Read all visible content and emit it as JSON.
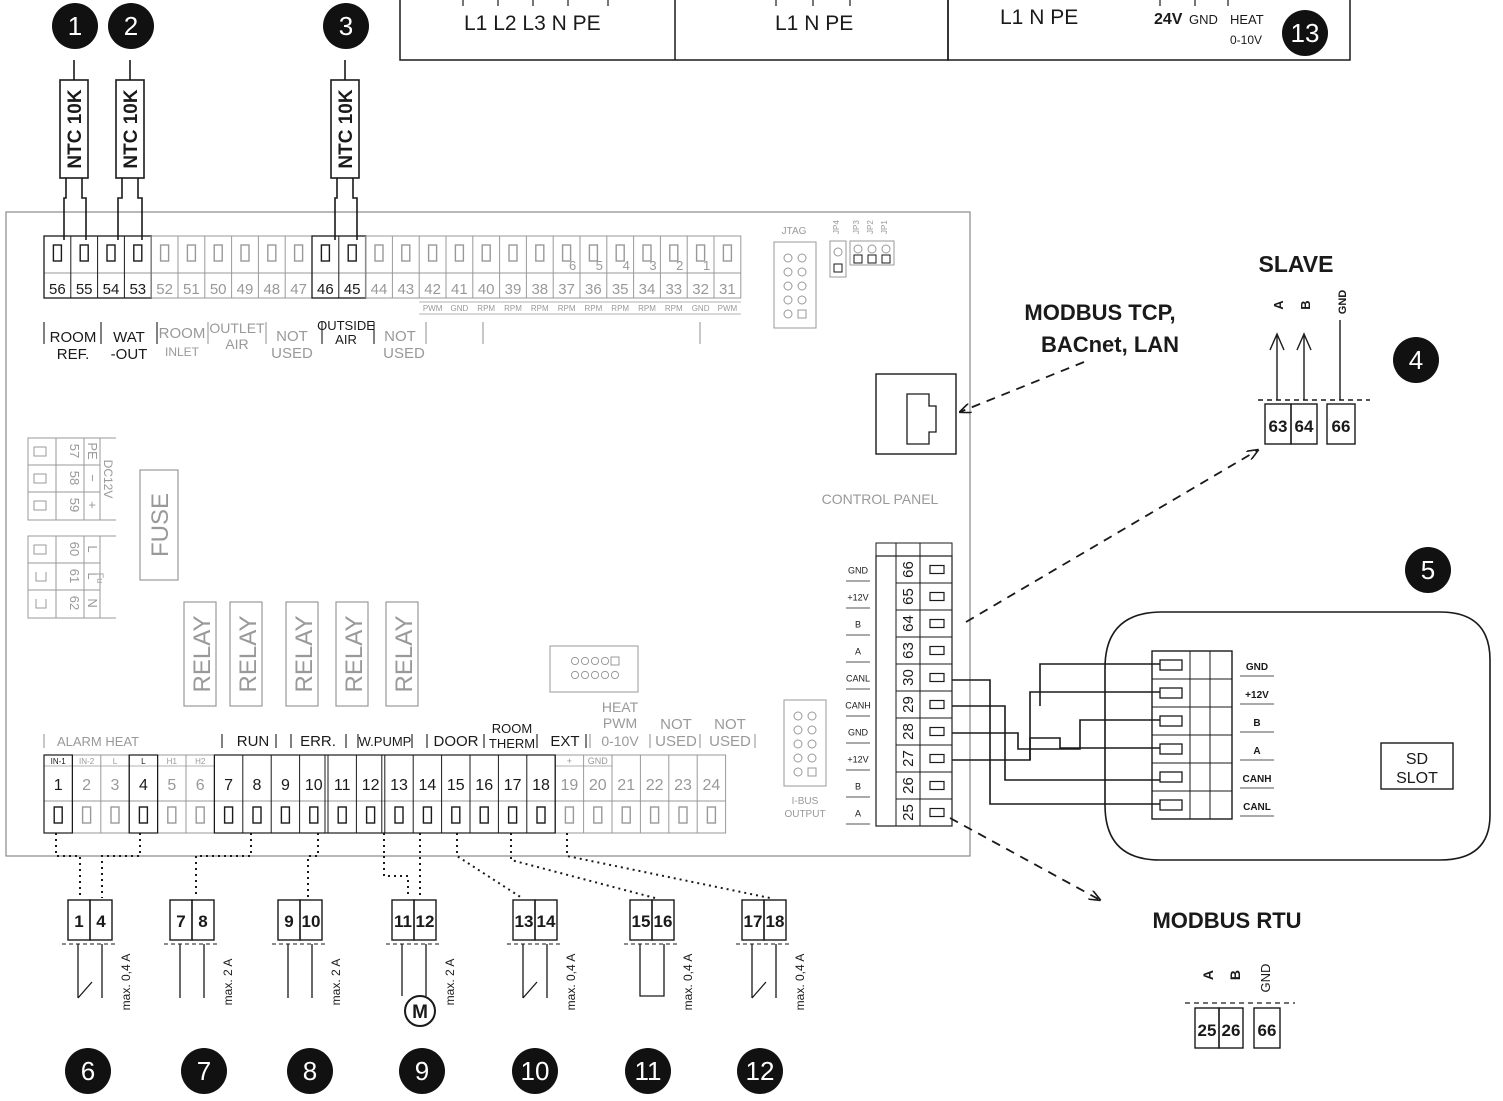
{
  "top_boxes": {
    "box_a": "L1 L2 L3  N  PE",
    "box_b": "L1  N  PE",
    "box_c": "L1  N  PE",
    "box_c_24v": "24V",
    "box_c_gnd": "GND",
    "box_c_heat": "HEAT",
    "box_c_range": "0-10V"
  },
  "sensors": [
    "NTC 10K",
    "NTC 10K",
    "NTC 10K"
  ],
  "badges": [
    "1",
    "2",
    "3",
    "4",
    "5",
    "6",
    "7",
    "8",
    "9",
    "10",
    "11",
    "12",
    "13"
  ],
  "top_terminals": [
    "56",
    "55",
    "54",
    "53",
    "52",
    "51",
    "50",
    "49",
    "48",
    "47",
    "46",
    "45",
    "44",
    "43",
    "42",
    "41",
    "40",
    "39",
    "38",
    "37",
    "36",
    "35",
    "34",
    "33",
    "32",
    "31"
  ],
  "top_sub_labels": [
    "PWM",
    "GND",
    "RPM",
    "RPM",
    "RPM",
    "RPM",
    "RPM",
    "RPM",
    "RPM",
    "RPM",
    "GND",
    "PWM"
  ],
  "top_fan_numbers": [
    "6",
    "5",
    "4",
    "3",
    "2",
    "1"
  ],
  "top_groups": {
    "room_ref_1": "ROOM",
    "room_ref_2": "REF.",
    "wat_out_1": "WAT",
    "wat_out_2": "-OUT",
    "room_inlet_1": "ROOM",
    "room_inlet_2": "INLET",
    "outlet_air_1": "OUTLET",
    "outlet_air_2": "AIR",
    "not_used_a_1": "NOT",
    "not_used_a_2": "USED",
    "outside_air_1": "OUTSIDE",
    "outside_air_2": "AIR",
    "not_used_b_1": "NOT",
    "not_used_b_2": "USED"
  },
  "jtag": "JTAG",
  "jumpers": [
    "JP4",
    "JP3",
    "JP2",
    "JP1"
  ],
  "modbus_tcp_1": "MODBUS TCP,",
  "modbus_tcp_2": "BACnet, LAN",
  "slave": {
    "title": "SLAVE",
    "pins": [
      "A",
      "B",
      "GND"
    ],
    "terminals": [
      "63",
      "64",
      "66"
    ]
  },
  "control_panel": "CONTROL PANEL",
  "cp_terminals": [
    {
      "label": "GND",
      "num": "66"
    },
    {
      "label": "+12V",
      "num": "65"
    },
    {
      "label": "B",
      "num": "64"
    },
    {
      "label": "A",
      "num": "63"
    },
    {
      "label": "CANL",
      "num": "30"
    },
    {
      "label": "CANH",
      "num": "29"
    },
    {
      "label": "GND",
      "num": "28"
    },
    {
      "label": "+12V",
      "num": "27"
    },
    {
      "label": "B",
      "num": "26"
    },
    {
      "label": "A",
      "num": "25"
    }
  ],
  "module_labels": [
    "GND",
    "+12V",
    "B",
    "A",
    "CANH",
    "CANL"
  ],
  "sd_slot_1": "SD",
  "sd_slot_2": "SLOT",
  "power": {
    "nums_a": [
      "57",
      "58",
      "59"
    ],
    "syms_a": [
      "PE",
      "−",
      "+"
    ],
    "side_a": "DC12V",
    "nums_b": [
      "60",
      "61",
      "62"
    ],
    "syms_b": [
      "L",
      "L",
      "N"
    ],
    "side_b_sub": "Fu"
  },
  "fuse": "FUSE",
  "relay": "RELAY",
  "bottom_terminals": [
    "1",
    "2",
    "3",
    "4",
    "5",
    "6",
    "7",
    "8",
    "9",
    "10",
    "11",
    "12",
    "13",
    "14",
    "15",
    "16",
    "17",
    "18",
    "19",
    "20",
    "21",
    "22",
    "23",
    "24"
  ],
  "bottom_sub_labels": [
    "IN-1",
    "IN-2",
    "L",
    "L",
    "H1",
    "H2"
  ],
  "bottom_19_20": [
    "+",
    "GND"
  ],
  "bottom_groups": {
    "alarm_heat": "ALARM HEAT",
    "run": "RUN",
    "err": "ERR.",
    "wpump": "W.PUMP",
    "door": "DOOR",
    "room_therm_1": "ROOM",
    "room_therm_2": "THERM",
    "ext": "EXT",
    "heat_pwm_1": "HEAT",
    "heat_pwm_2": "PWM",
    "heat_pwm_3": "0-10V",
    "not_used_c_1": "NOT",
    "not_used_c_2": "USED",
    "not_used_d_1": "NOT",
    "not_used_d_2": "USED"
  },
  "ibus_1": "I-BUS",
  "ibus_2": "OUTPUT",
  "external_connectors": [
    {
      "a": "1",
      "b": "4",
      "rating": "max. 0,4 A"
    },
    {
      "a": "7",
      "b": "8",
      "rating": "max. 2 A"
    },
    {
      "a": "9",
      "b": "10",
      "rating": "max. 2 A"
    },
    {
      "a": "11",
      "b": "12",
      "rating": "max. 2 A"
    },
    {
      "a": "13",
      "b": "14",
      "rating": "max. 0,4 A"
    },
    {
      "a": "15",
      "b": "16",
      "rating": "max. 0,4 A"
    },
    {
      "a": "17",
      "b": "18",
      "rating": "max. 0,4 A"
    }
  ],
  "motor": "M",
  "modbus_rtu": {
    "title": "MODBUS RTU",
    "pins": [
      "A",
      "B",
      "GND"
    ],
    "terminals": [
      "25",
      "26",
      "66"
    ]
  }
}
